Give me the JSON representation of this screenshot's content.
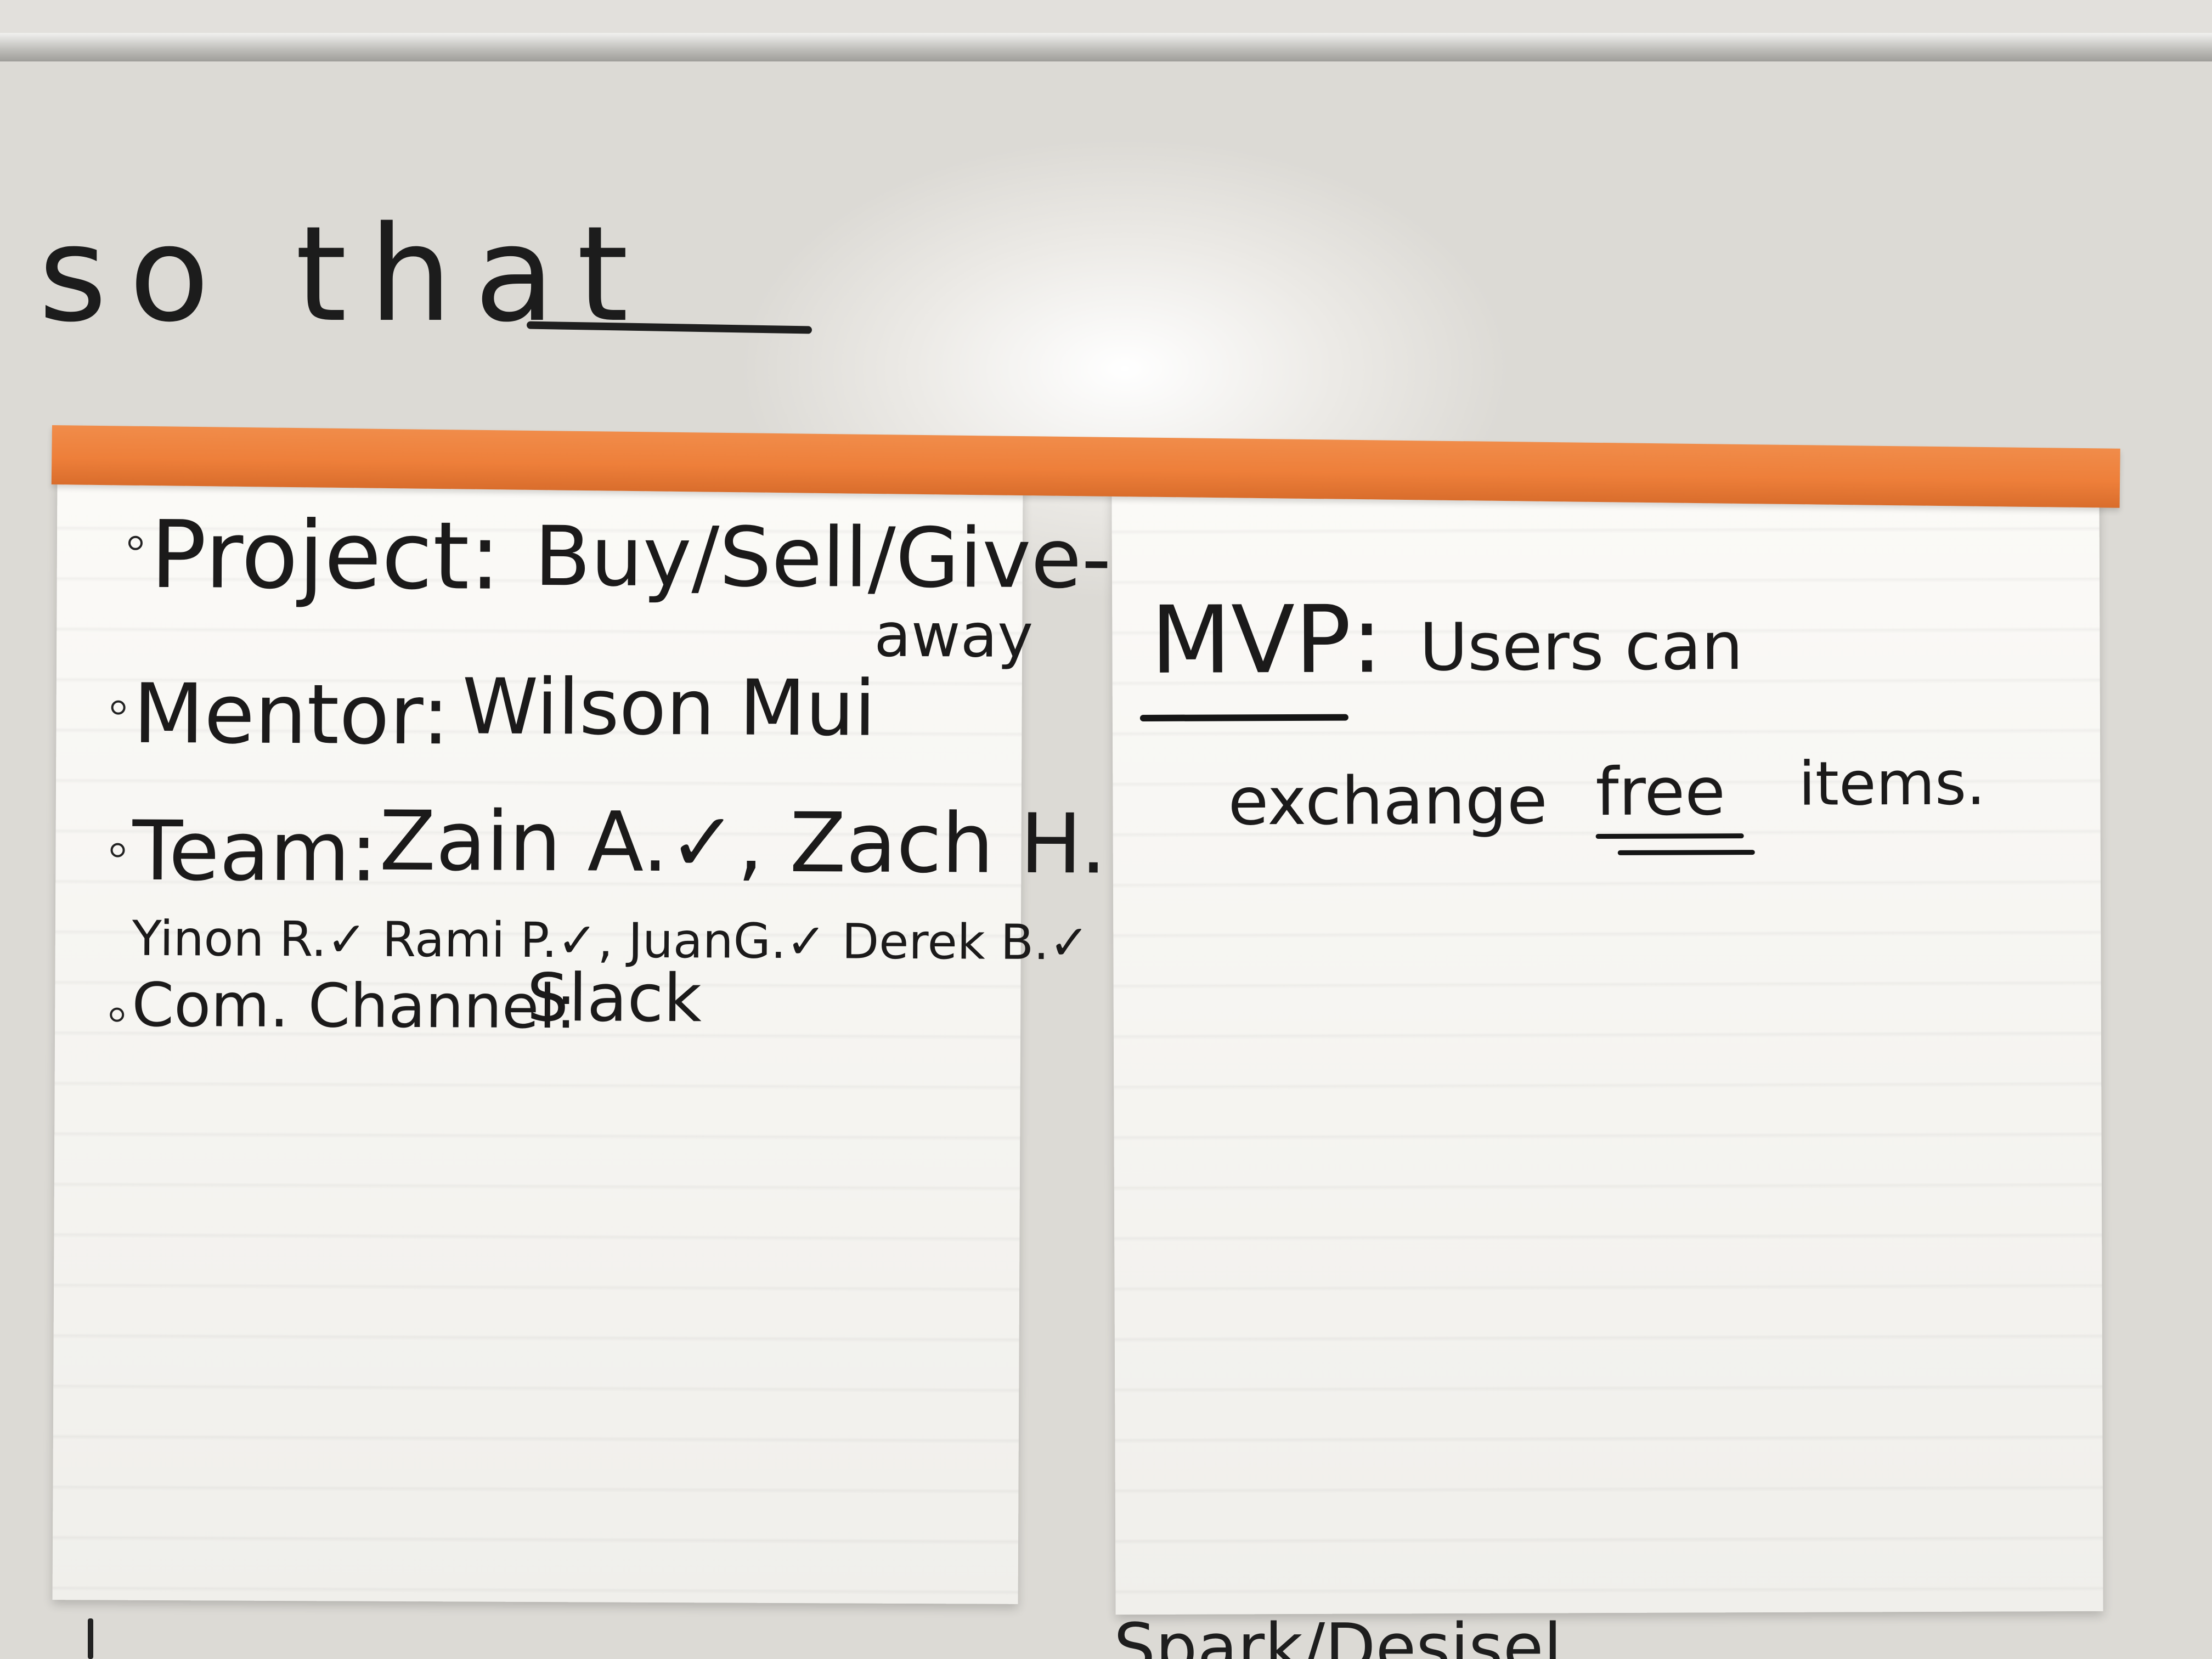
{
  "board": {
    "heading": "so that",
    "bottom_fragment": "Spark/Desisel"
  },
  "left_sheet": {
    "project_label": "Project:",
    "project_value": "Buy/Sell/Give-",
    "project_value_cont": "away",
    "mentor_label": "Mentor:",
    "mentor_value": "Wilson Mui",
    "team_label": "Team:",
    "team_line1": "Zain A.✓, Zach H.✓,",
    "team_line2": "Yinon R.✓  Rami P.✓, JuanG.✓  Derek B.✓",
    "channel_label": "Com. Channel:",
    "channel_value": "Slack"
  },
  "right_sheet": {
    "mvp_label": "MVP:",
    "mvp_line1": "Users can",
    "mvp_line2_a": "exchange",
    "mvp_line2_b": "free",
    "mvp_line2_c": "items."
  },
  "colors": {
    "tape": "#ee7f3a",
    "ink": "#1b1a1a",
    "paper": "#fbfaf7"
  }
}
